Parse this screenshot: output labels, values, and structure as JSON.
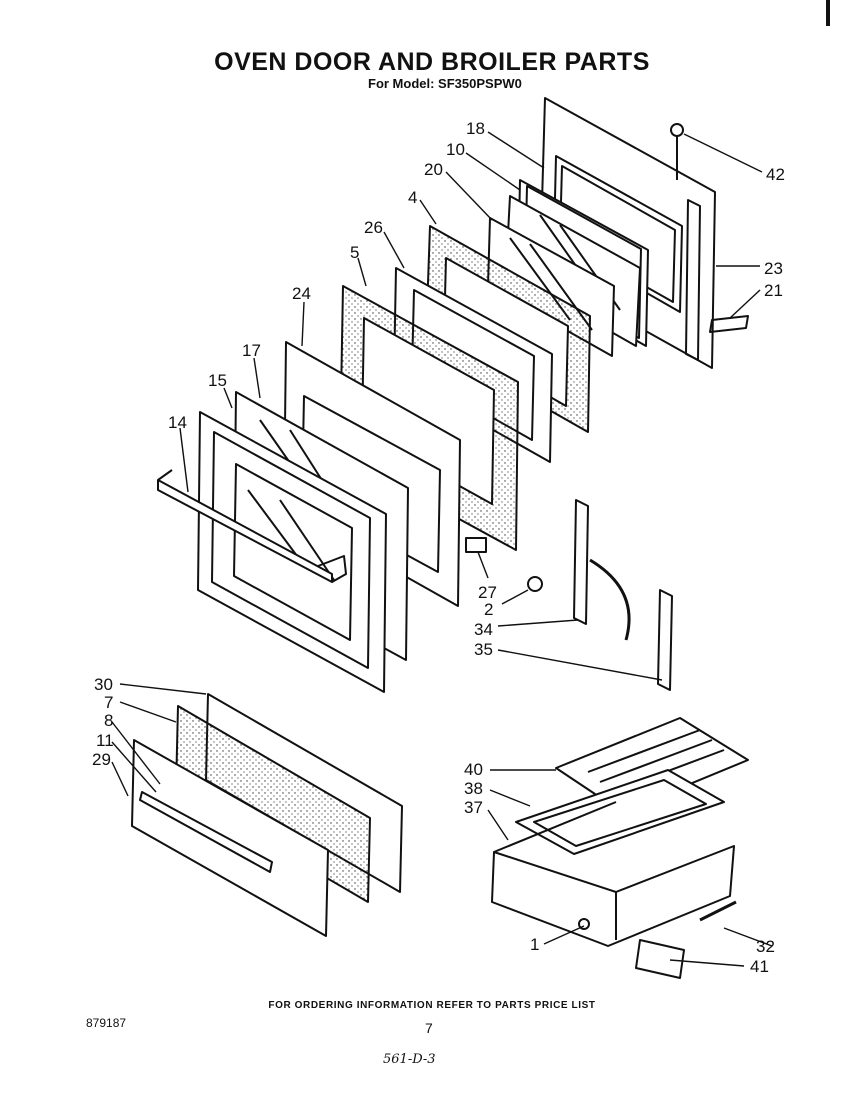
{
  "title": "OVEN DOOR AND BROILER PARTS",
  "subtitle": "For Model: SF350PSPW0",
  "footer": "FOR ORDERING INFORMATION REFER TO PARTS PRICE LIST",
  "code": "879187",
  "page_number": "7",
  "handwritten": "561-D-3",
  "callouts": {
    "c18": "18",
    "c10": "10",
    "c20": "20",
    "c4": "4",
    "c26": "26",
    "c5": "5",
    "c24": "24",
    "c17": "17",
    "c15": "15",
    "c14": "14",
    "c42": "42",
    "c23": "23",
    "c21": "21",
    "c27": "27",
    "c2": "2",
    "c34": "34",
    "c35": "35",
    "c30": "30",
    "c7": "7",
    "c8": "8",
    "c11": "11",
    "c29": "29",
    "c40": "40",
    "c38": "38",
    "c37": "37",
    "c1": "1",
    "c32": "32",
    "c41": "41"
  }
}
